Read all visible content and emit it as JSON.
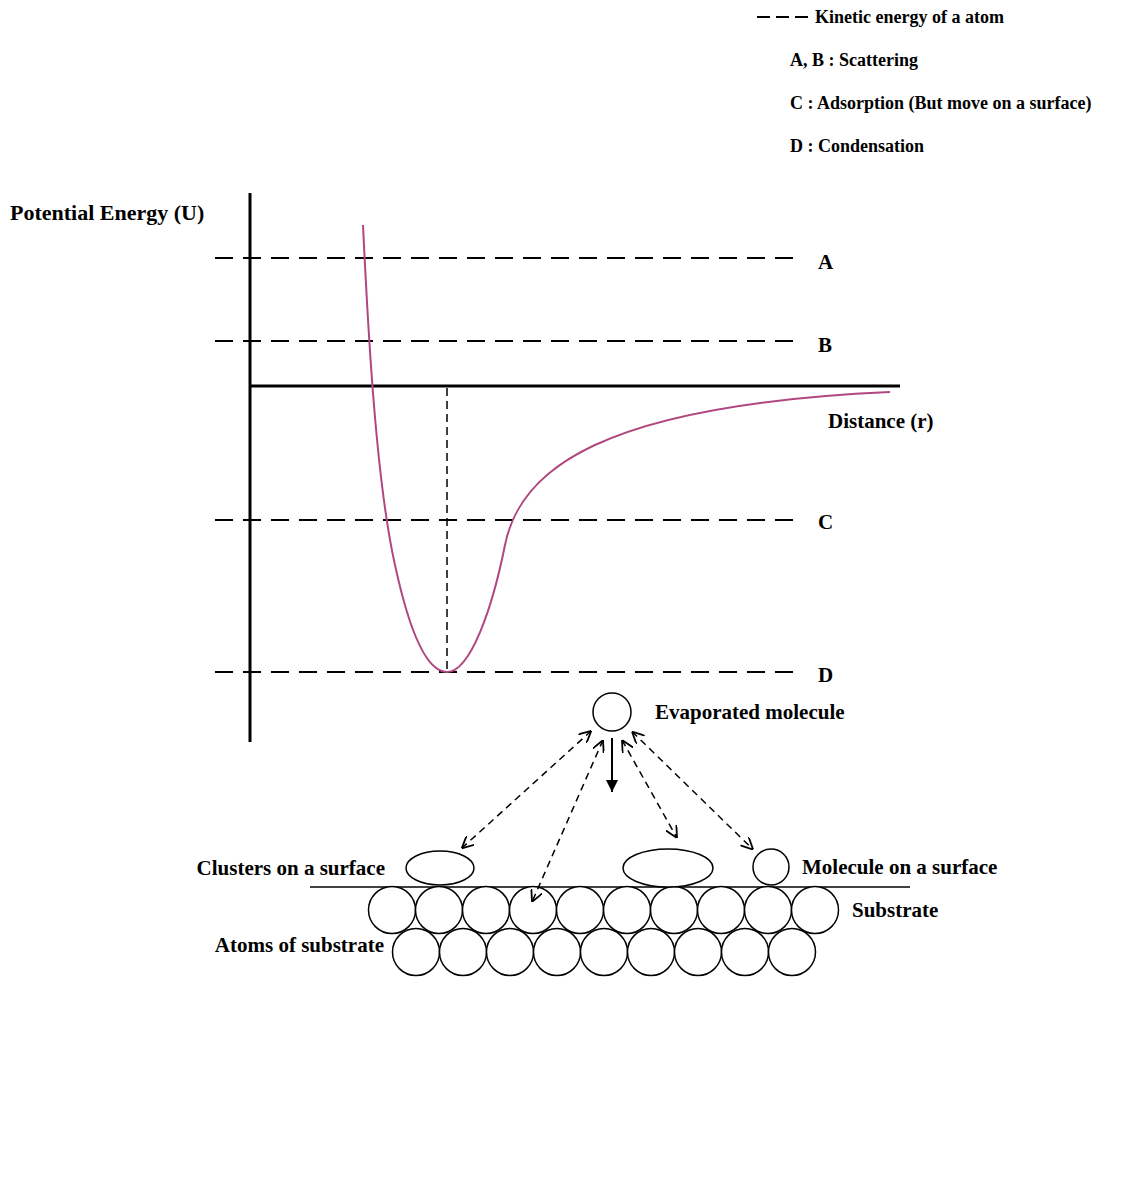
{
  "diagram": {
    "nodes": [
      {
        "text": [
          "Evaporated molecule"
        ]
      },
      {
        "text": [
          "Clusters on a surface"
        ]
      },
      {
        "text": [
          "Molecule on a surface"
        ]
      }
    ],
    "edges": [
      {
        "from": 0,
        "to": 1,
        "arrow": "both"
      },
      {
        "from": 0,
        "to": 2,
        "arrow": "both"
      }
    ],
    "labels": [
      "A, B : Scattering",
      "C : Adsorption (But move on a surface)",
      "D : Condensation",
      "Potential Energy (U)",
      "A",
      "B",
      "Distance (r)",
      "C",
      "D",
      "Substrate",
      "Atoms of substrate"
    ],
    "legend": [
      {
        "text": "Kinetic energy of a atom"
      }
    ]
  }
}
